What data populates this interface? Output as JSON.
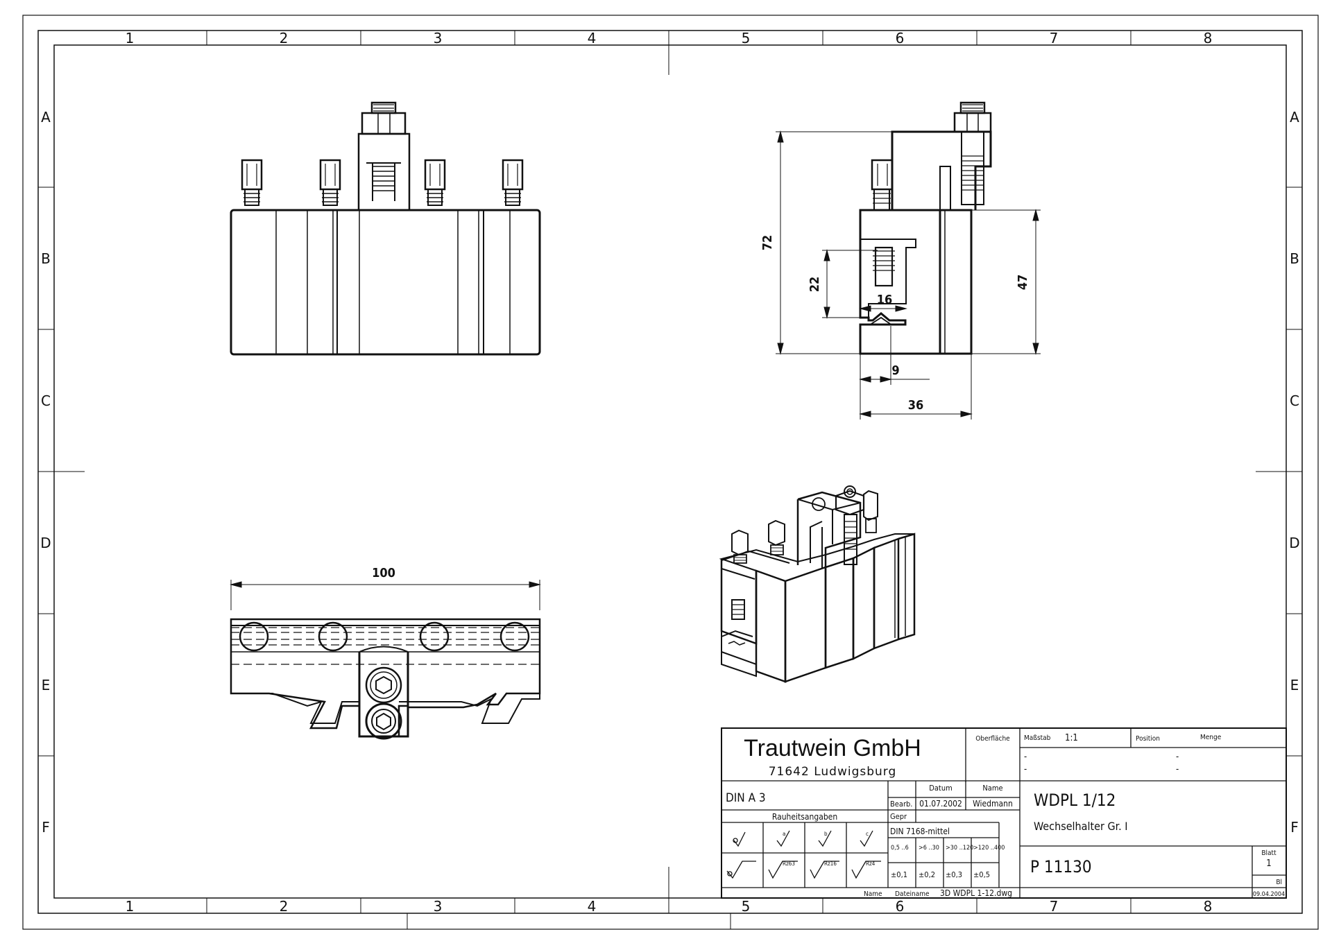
{
  "zones": {
    "columns": [
      "1",
      "2",
      "3",
      "4",
      "5",
      "6",
      "7",
      "8"
    ],
    "rows": [
      "A",
      "B",
      "C",
      "D",
      "E",
      "F"
    ]
  },
  "dimensions": {
    "d72": "72",
    "d47": "47",
    "d22": "22",
    "d16": "16",
    "d9": "9",
    "d36": "36",
    "d100": "100"
  },
  "title_block": {
    "company": "Trautwein GmbH",
    "city": "71642 Ludwigsburg",
    "oberflaeche": "Oberfläche",
    "massstab_label": "Maßstab",
    "massstab_value": "1:1",
    "position_label": "Position",
    "menge_label": "Menge",
    "dash": "-",
    "format": "DIN A 3",
    "datum_label": "Datum",
    "name_label": "Name",
    "bearb_label": "Bearb.",
    "bearb_date": "01.07.2002",
    "bearb_name": "Wiedmann",
    "gepr_label": "Gepr",
    "rauheit_label": "Rauheitsangaben",
    "tolerance_std": "DIN 7168-mittel",
    "tol_ranges": [
      "0,5 ..6",
      ">6 ..30",
      ">30 ..120",
      ">120 ..400"
    ],
    "tol_values": [
      "±0,1",
      "±0,2",
      "±0,3",
      "±0,5"
    ],
    "rz_labels": [
      "Rz63",
      "Rz16",
      "Rz4"
    ],
    "sym_letters": [
      "a",
      "b",
      "c"
    ],
    "part_name": "WDPL 1/12",
    "description": "Wechselhalter Gr. I",
    "part_number": "P 11130",
    "blatt_label": "Blatt",
    "blatt_value": "1",
    "bl_label": "Bl",
    "footer_name": "Name",
    "footer_filename_label": "Dateiname",
    "footer_filename": "3D WDPL 1-12.dwg",
    "footer_date": "09.04.2004"
  }
}
